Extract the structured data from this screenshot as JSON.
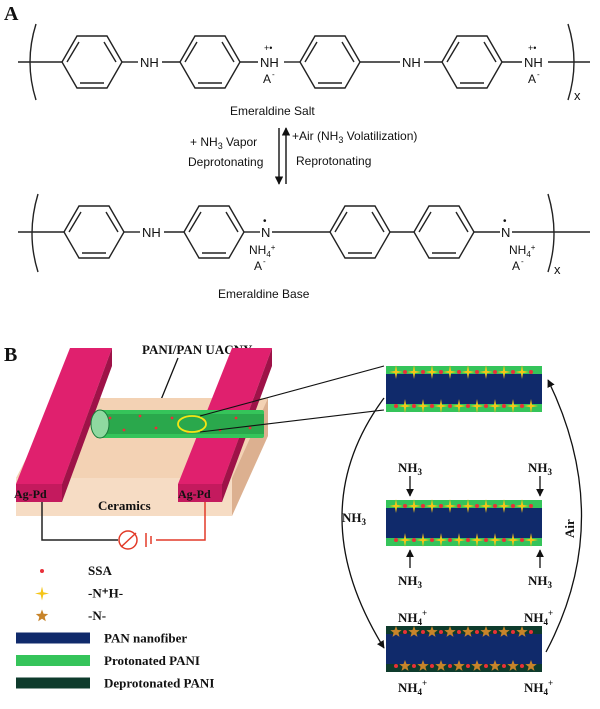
{
  "panel_a": {
    "label": "A",
    "salt": {
      "nh_1": "NH",
      "nplus_1": "NH",
      "dot_1": "+•",
      "anion_1": "A",
      "nh_2": "NH",
      "nplus_2": "NH",
      "dot_2": "+•",
      "anion_2": "A",
      "subscript": "x",
      "name": "Emeraldine Salt"
    },
    "arrow": {
      "left_line1_prefix": "+ NH",
      "left_line1_sub": "3",
      "left_line1_suffix": " Vapor",
      "left_line2": "Deprotonating",
      "right_line1_prefix": "+Air (NH",
      "right_line1_sub": "3",
      "right_line1_suffix": " Volatilization)",
      "right_line2": "Reprotonating"
    },
    "base": {
      "nh_1": "NH",
      "n_1": "N",
      "nh4_1": "NH",
      "anion_1": "A",
      "n_2": "N",
      "nh4_2": "NH",
      "anion_2": "A",
      "subscript": "x",
      "name": "Emeraldine Base"
    }
  },
  "panel_b": {
    "label": "B",
    "title": "PANI/PAN UACNY",
    "electrode_left": "Ag-Pd",
    "electrode_right": "Ag-Pd",
    "substrate": "Ceramics",
    "nh3_left": "NH",
    "air_right": "Air",
    "nh3_top_left": "NH",
    "nh3_top_right": "NH",
    "nh3_bot_left": "NH",
    "nh3_bot_right": "NH",
    "nh4_top_left": "NH",
    "nh4_top_right": "NH",
    "nh4_bot_left": "NH",
    "nh4_bot_right": "NH",
    "legend": [
      {
        "label": "SSA",
        "symbol": "dot",
        "color": "#e8303a"
      },
      {
        "label": "-N⁺H-",
        "symbol": "star4",
        "color": "#f5c518"
      },
      {
        "label": "-N-",
        "symbol": "star5",
        "color": "#c8842a"
      },
      {
        "label": "PAN nanofiber",
        "symbol": "bar",
        "color": "#102a6b"
      },
      {
        "label": "Protonated PANI",
        "symbol": "bar",
        "color": "#35c45a"
      },
      {
        "label": "Deprotonated PANI",
        "symbol": "bar",
        "color": "#0e3b2c"
      }
    ]
  },
  "colors": {
    "electrode": "#e0206e",
    "electrode_dark": "#b01450",
    "ceramic": "#f3d2b4",
    "ceramic_dark": "#dcb090",
    "pan": "#102a6b",
    "protonated": "#35c45a",
    "deprotonated": "#0e3b2c",
    "wire": "#e23a28"
  }
}
